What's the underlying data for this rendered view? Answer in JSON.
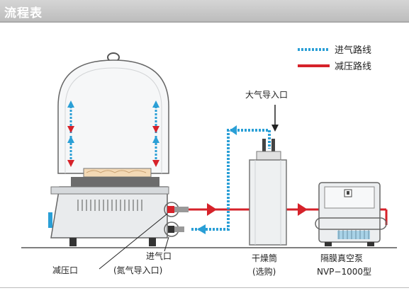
{
  "header": {
    "title": "流程表"
  },
  "legend": {
    "intake_label": "进气路线",
    "vacuum_label": "减压路线",
    "intake_color": "#2a9fd6",
    "vacuum_color": "#d6222a"
  },
  "labels": {
    "atmosphere_inlet": "大气导入口",
    "dryer_name": "干燥筒",
    "dryer_note": "(选购)",
    "pump_name": "隔膜真空泵",
    "pump_model": "NVP−1000型",
    "intake_port": "进气口",
    "intake_port_note": "(氮气导入口)",
    "vacuum_port": "减压口"
  }
}
